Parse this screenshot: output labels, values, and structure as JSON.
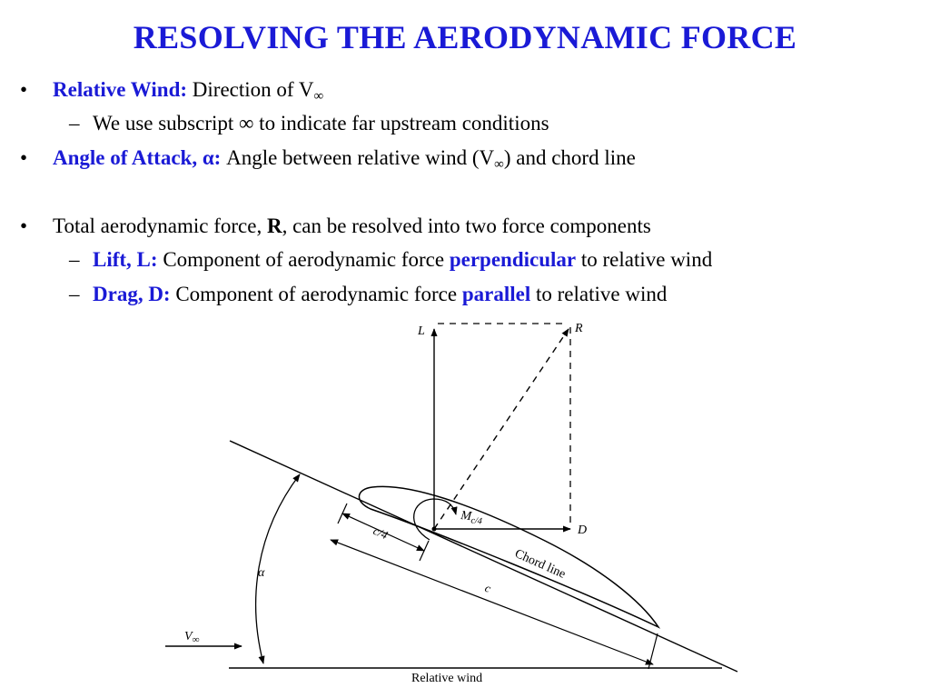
{
  "slide": {
    "title": "RESOLVING THE AERODYNAMIC FORCE",
    "bullet_char": "•",
    "dash_char": "–",
    "items": [
      {
        "label": "Relative Wind:",
        "text": "Direction of V",
        "sub": "∞"
      },
      {
        "text": "We use subscript ∞ to indicate far upstream conditions"
      },
      {
        "label": "Angle of Attack, α:",
        "text_pre": "Angle between relative wind (V",
        "sub": "∞",
        "text_post": ") and chord line"
      },
      {
        "text_pre": "Total aerodynamic force, ",
        "bold": "R",
        "text_post": ", can be resolved into two force components"
      },
      {
        "label": "Lift, L:",
        "text_pre": "Component of aerodynamic force ",
        "highlight": "perpendicular",
        "text_post": " to relative wind"
      },
      {
        "label": "Drag, D:",
        "text_pre": "Component of aerodynamic force ",
        "highlight": "parallel",
        "text_post": " to relative wind"
      }
    ]
  },
  "diagram": {
    "labels": {
      "lift": "L",
      "resultant": "R",
      "drag": "D",
      "moment": "M",
      "moment_sub": "c/4",
      "quarter_chord": "c/4",
      "chord": "c",
      "chord_line": "Chord line",
      "alpha": "α",
      "freestream": "V",
      "freestream_sub": "∞",
      "relative_wind": "Relative wind"
    }
  }
}
